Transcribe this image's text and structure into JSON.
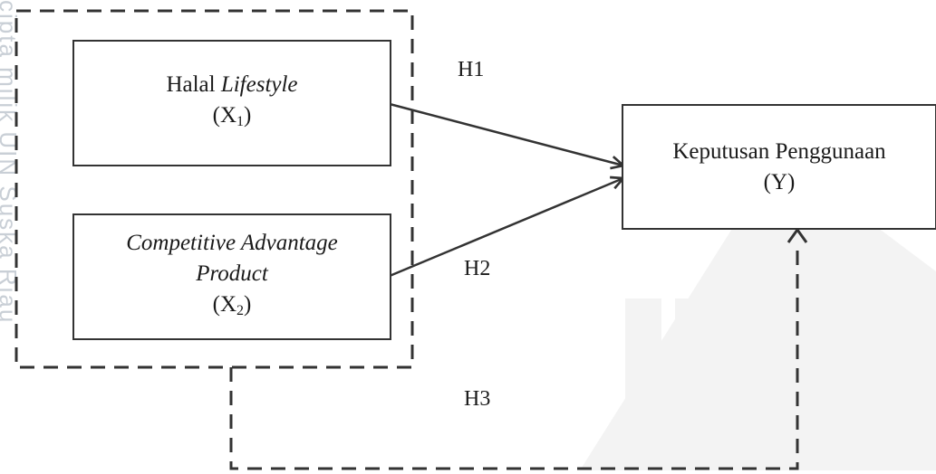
{
  "watermark": {
    "side_text": "cipta milik UIN Suska Riau"
  },
  "x1": {
    "name_plain": "Halal ",
    "name_italic": "Lifestyle",
    "code": "X",
    "sub": "1"
  },
  "x2": {
    "line1": "Competitive Advantage",
    "line2": "Product",
    "code": "X",
    "sub": "2"
  },
  "y": {
    "name": "Keputusan Penggunaan",
    "code": "(Y)"
  },
  "hypotheses": {
    "h1": "H1",
    "h2": "H2",
    "h3": "H3"
  },
  "colors": {
    "line": "#333333",
    "watermark": "#c9cfd6"
  }
}
